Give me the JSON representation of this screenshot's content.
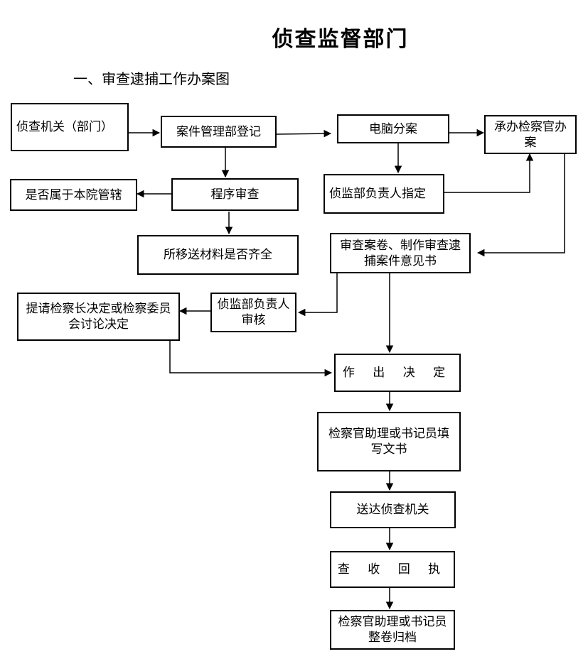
{
  "title": "侦查监督部门",
  "subtitle": "一、审查逮捕工作办案图",
  "nodes": {
    "investigation_org": "侦查机关（部门）",
    "case_registration": "案件管理部登记",
    "computer_assignment": "电脑分案",
    "prosecutor_handling": "承办检察官办案",
    "supervisor_designate": "侦监部负责人指定",
    "jurisdiction_check": "是否属于本院管辖",
    "procedure_review": "程序审查",
    "materials_complete": "所移送材料是否齐全",
    "review_files": "审查案卷、制作审查逮捕案件意见书",
    "submit_chief": "提请检察长决定或检察委员会讨论决定",
    "supervisor_review": "侦监部负责人审核",
    "make_decision": "作 出 决 定",
    "assistant_write": "检察官助理或书记员填写文书",
    "deliver_org": "送达侦查机关",
    "receipt_check": "查 收 回 执",
    "archive": "检察官助理或书记员整卷归档"
  }
}
